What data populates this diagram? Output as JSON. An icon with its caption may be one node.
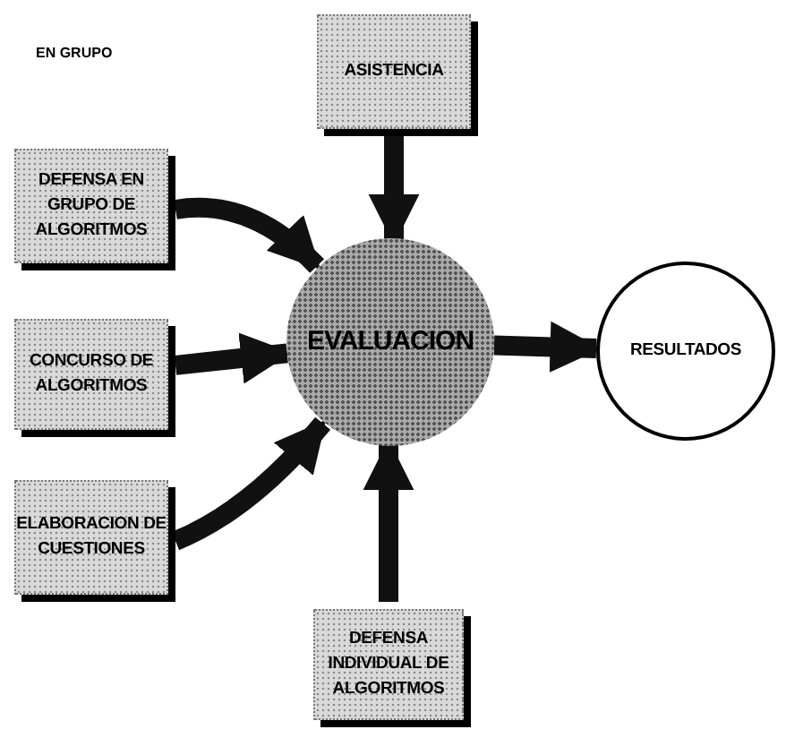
{
  "diagram": {
    "nodes": [
      {
        "text": [
          "DEFENSA EN GRUPO DE ALGORITMOS"
        ]
      },
      {
        "text": [
          "CONCURSO DE ALGORITMOS"
        ]
      },
      {
        "text": [
          "ELABORACION DE CUESTIONES"
        ]
      },
      {
        "text": [
          "ASISTENCIA"
        ]
      },
      {
        "text": [
          "EVALUACION"
        ]
      },
      {
        "text": [
          "RESULTADOS"
        ]
      },
      {
        "text": [
          "DEFENSA INDIVIDUAL DE ALGORITMOS"
        ]
      }
    ],
    "edges": [
      {
        "from": 0,
        "to": 4,
        "arrow": "to"
      },
      {
        "from": 1,
        "to": 4,
        "arrow": "to"
      },
      {
        "from": 2,
        "to": 4,
        "arrow": "to"
      },
      {
        "from": 3,
        "to": 4,
        "arrow": "to"
      },
      {
        "from": 6,
        "to": 4,
        "arrow": "to"
      },
      {
        "from": 4,
        "to": 5,
        "arrow": "to"
      }
    ],
    "labels": [
      "EN GRUPO"
    ]
  }
}
